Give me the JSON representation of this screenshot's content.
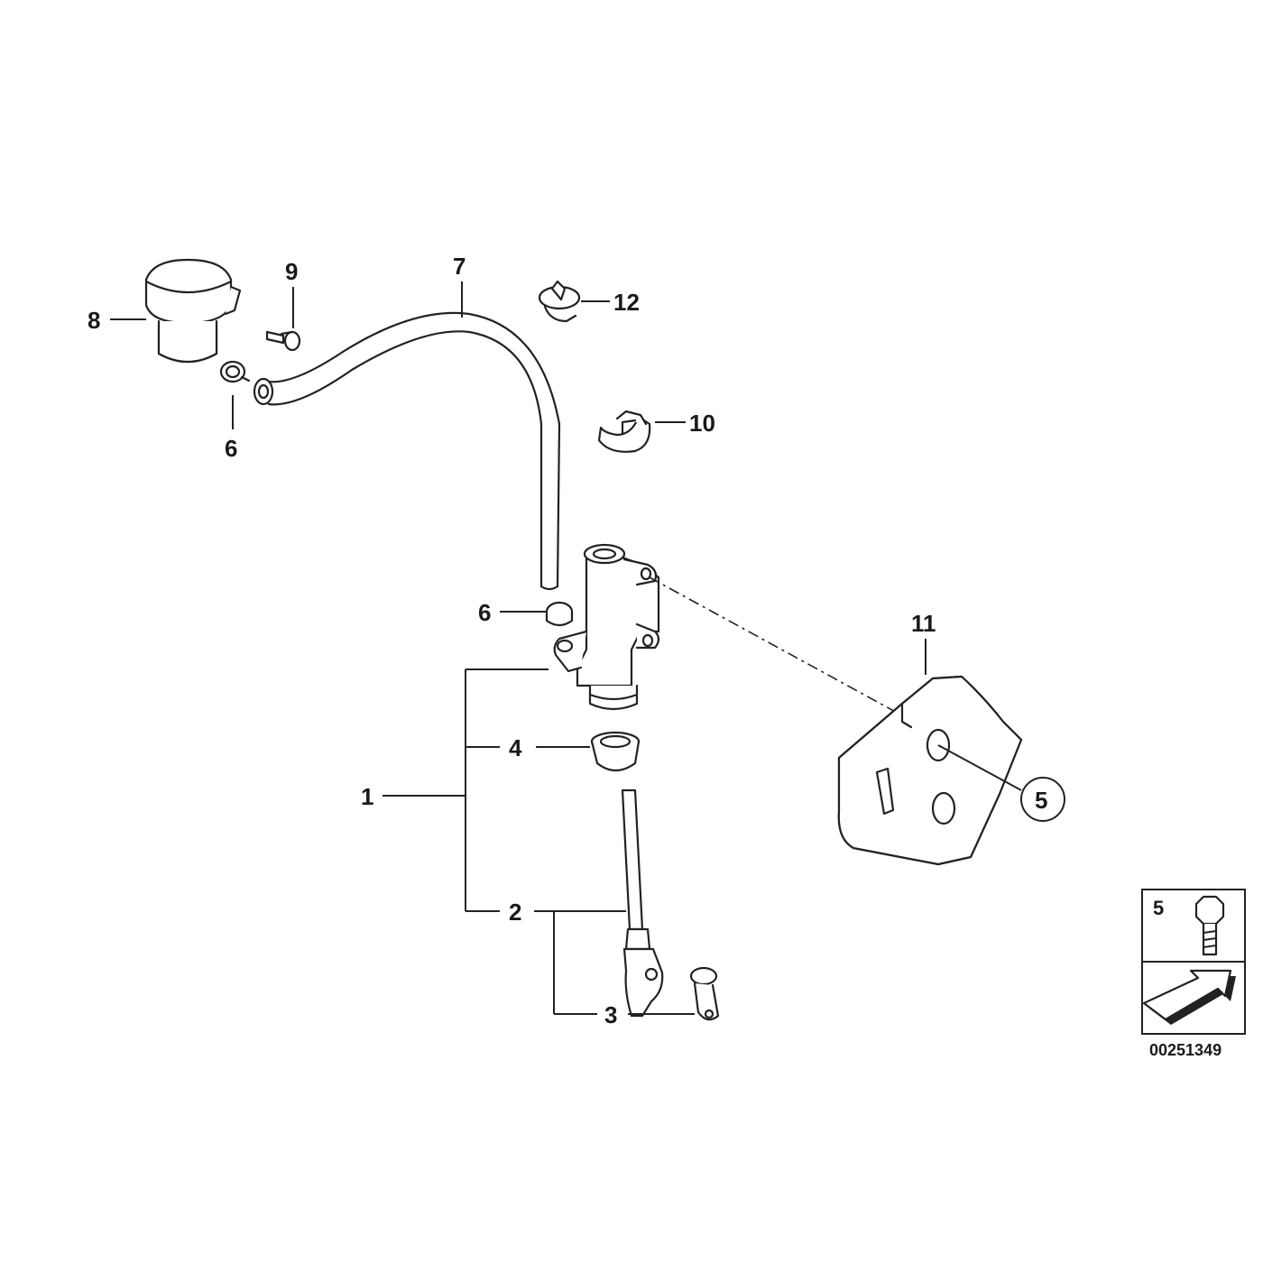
{
  "callouts": {
    "c1": "1",
    "c2": "2",
    "c3": "3",
    "c4": "4",
    "c5": "5",
    "c6a": "6",
    "c6b": "6",
    "c7": "7",
    "c8": "8",
    "c9": "9",
    "c10": "10",
    "c11": "11",
    "c12": "12"
  },
  "legend": {
    "item_number": "5"
  },
  "diagram_id": "00251349"
}
